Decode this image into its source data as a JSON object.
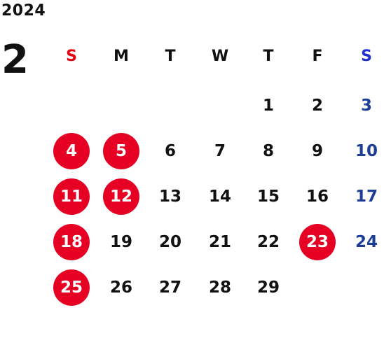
{
  "calendar": {
    "year": "2024",
    "month": "2",
    "weekdays": [
      "S",
      "M",
      "T",
      "W",
      "T",
      "F",
      "S"
    ],
    "first_weekday_index": 4,
    "days_in_month": 29,
    "highlighted_days": [
      4,
      5,
      11,
      12,
      18,
      23,
      25
    ]
  },
  "colors": {
    "text": "#111111",
    "sunday_header": "#e60012",
    "saturday_header": "#1e2fd0",
    "saturday_numbers": "#1d3d96",
    "holiday_circle": "#e60023",
    "circle_text": "#ffffff"
  }
}
